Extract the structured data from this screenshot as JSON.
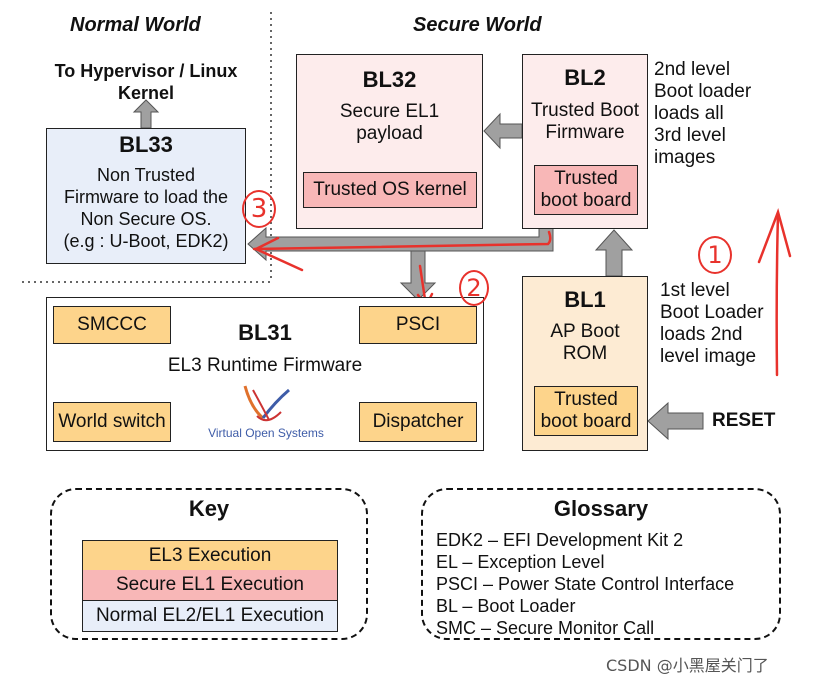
{
  "headers": {
    "normal_world": "Normal World",
    "secure_world": "Secure World"
  },
  "top_label": {
    "line1": "To Hypervisor / Linux",
    "line2": "Kernel"
  },
  "bl33": {
    "title": "BL33",
    "lines": [
      "Non Trusted",
      "Firmware to load the",
      "Non Secure OS.",
      "(e.g : U-Boot, EDK2)"
    ]
  },
  "bl32": {
    "title": "BL32",
    "lines": [
      "Secure EL1",
      "payload"
    ],
    "chip": "Trusted OS kernel"
  },
  "bl2": {
    "title": "BL2",
    "lines": [
      "Trusted Boot",
      "Firmware"
    ],
    "chip_lines": [
      "Trusted",
      "boot board"
    ],
    "side_lines": [
      "2nd level",
      "Boot loader",
      "loads all",
      "3rd level",
      "images"
    ]
  },
  "bl31": {
    "title": "BL31",
    "subtitle": "EL3 Runtime Firmware",
    "smccc": "SMCCC",
    "psci": "PSCI",
    "world_switch": "World switch",
    "dispatcher": "Dispatcher",
    "logo_text": "Virtual Open Systems"
  },
  "bl1": {
    "title": "BL1",
    "lines": [
      "AP Boot",
      "ROM"
    ],
    "chip_lines": [
      "Trusted",
      "boot board"
    ],
    "side_lines": [
      "1st level",
      "Boot Loader",
      "loads 2nd",
      "level image"
    ]
  },
  "reset_label": "RESET",
  "annotations": {
    "one": "1",
    "two": "2",
    "three": "3"
  },
  "key": {
    "title": "Key",
    "items": [
      "EL3 Execution",
      "Secure EL1 Execution",
      "Normal EL2/EL1 Execution"
    ]
  },
  "glossary": {
    "title": "Glossary",
    "items": [
      "EDK2 – EFI Development Kit 2",
      "EL – Exception Level",
      "PSCI – Power State Control Interface",
      "BL – Boot Loader",
      "SMC – Secure Monitor Call"
    ]
  },
  "watermark": "CSDN @小黑屋关门了",
  "colors": {
    "secure_el1_fill": "#fdecec",
    "secure_el1_chip": "#f8b7b7",
    "el3_fill": "#fdebd3",
    "el3_chip": "#fdd48b",
    "normal_fill": "#e8eef9",
    "annotation_red": "#e8322c",
    "arrow_gray": "#a0a0a0"
  }
}
